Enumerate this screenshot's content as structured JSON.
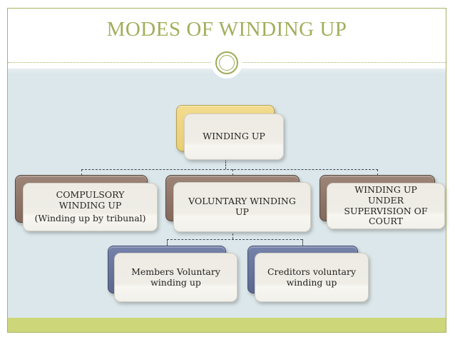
{
  "slide": {
    "title": "MODES OF WINDING UP"
  },
  "diagram": {
    "root": {
      "label": "WINDING UP"
    },
    "level2": [
      {
        "label": "COMPULSORY WINDING UP",
        "sublabel": "(Winding up by tribunal)"
      },
      {
        "label": "VOLUNTARY WINDING UP"
      },
      {
        "label": "WINDING UP UNDER SUPERVISION OF COURT"
      }
    ],
    "level3": [
      {
        "label": "Members Voluntary winding up"
      },
      {
        "label": "Creditors voluntary winding up"
      }
    ]
  },
  "colors": {
    "title_olive": "#a3ae5b",
    "frame_olive": "#a9b264",
    "panel_blue": "#dbe7ea",
    "footer_green": "#cdd77a",
    "root_back_yellow": "#eed27c",
    "level2_back_brown": "#8b7265",
    "level3_back_slate": "#66719b",
    "card_cream": "#f2f0ea",
    "connector_dash": "#3d4757",
    "node_text": "#262321"
  }
}
